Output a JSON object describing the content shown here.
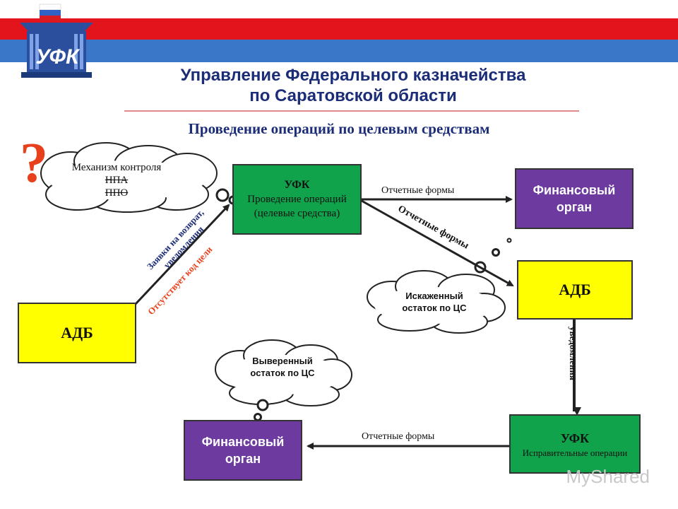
{
  "header": {
    "logo_text": "УФК",
    "org_title_line1": "Управление Федерального казначейства",
    "org_title_line2": "по Саратовской области",
    "slide_title": "Проведение операций по целевым средствам"
  },
  "nodes": {
    "ufk_top": {
      "title": "УФК",
      "subtitle": "Проведение операций (целевые средства)"
    },
    "fin_top": {
      "label": "Финансовый орган"
    },
    "adb_right": {
      "label": "АДБ"
    },
    "adb_left": {
      "label": "АДБ"
    },
    "ufk_bottom": {
      "title": "УФК",
      "subtitle": "Исправительные операции"
    },
    "fin_bottom": {
      "label": "Финансовый орган"
    }
  },
  "clouds": {
    "control": {
      "title": "Механизм контроля",
      "line1": "НПА",
      "line2": "ППО",
      "mark": "?"
    },
    "distorted": {
      "text": "Искаженный остаток по ЦС"
    },
    "verified": {
      "text": "Выверенный остаток по ЦС"
    }
  },
  "edges": {
    "ufk_to_fin": "Отчетные формы",
    "ufk_to_adb": "Отчетные формы",
    "adb_to_ufk_requests": "Заявки на возврат, уведомления",
    "adb_to_ufk_missing": "Отсутствует код цели",
    "adb_to_ufk_bottom": "уведомления",
    "ufk_bottom_to_fin": "Отчетные формы"
  },
  "watermark": "MyShared",
  "colors": {
    "header_red": "#e3141b",
    "header_blue": "#3a77c9",
    "title_navy": "#1c2d78",
    "ufk_green": "#10a34c",
    "fin_purple": "#6d3aa0",
    "adb_yellow": "#ffff00",
    "warning_red": "#e8401c"
  }
}
